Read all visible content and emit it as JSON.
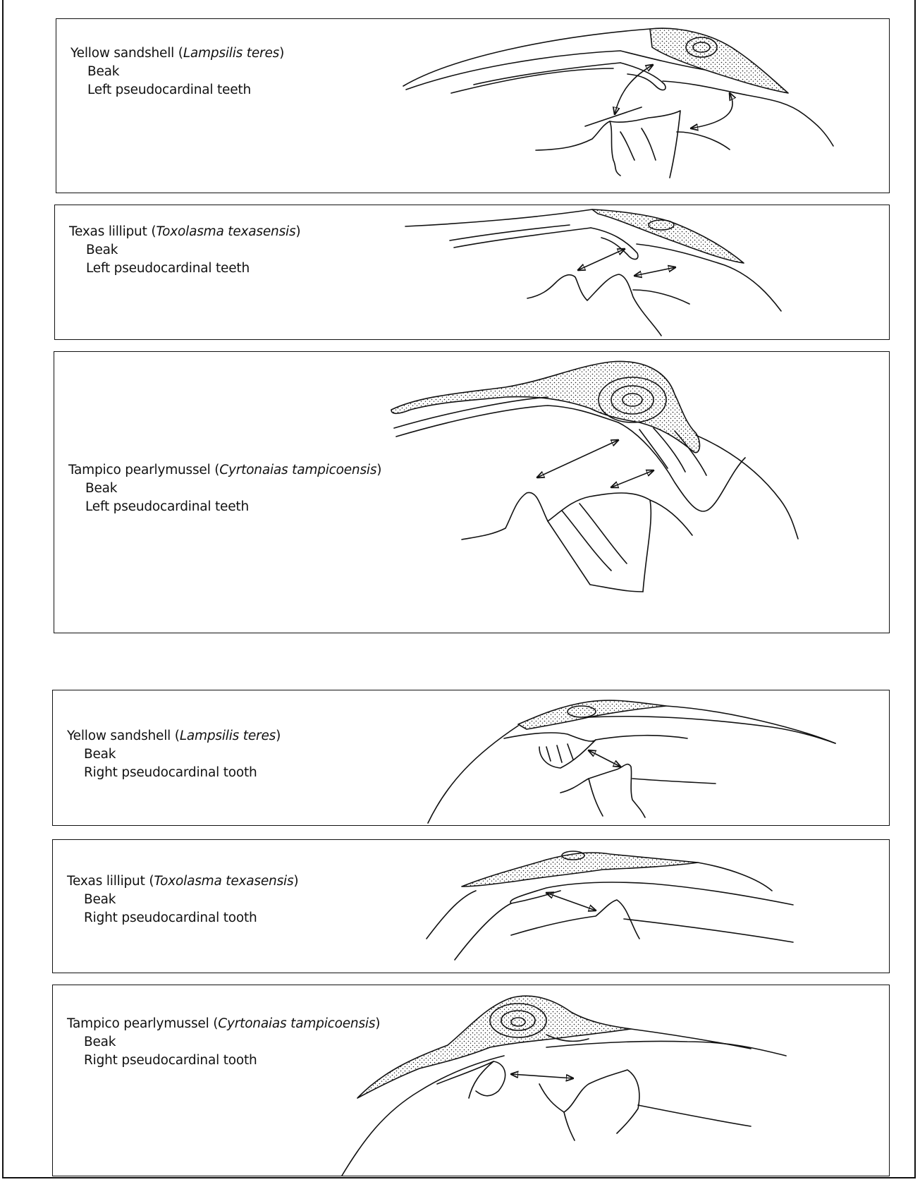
{
  "panels": [
    {
      "common": "Yellow sandshell",
      "sci": "Lampsilis teres",
      "l1": "Beak",
      "l2": "Left pseudocardinal teeth"
    },
    {
      "common": "Texas lilliput",
      "sci": "Toxolasma texasensis",
      "l1": "Beak",
      "l2": "Left pseudocardinal teeth"
    },
    {
      "common": "Tampico pearlymussel",
      "sci": "Cyrtonaias tampicoensis",
      "l1": "Beak",
      "l2": "Left pseudocardinal teeth"
    },
    {
      "common": "Yellow sandshell",
      "sci": "Lampsilis teres",
      "l1": "Beak",
      "l2": "Right pseudocardinal tooth"
    },
    {
      "common": "Texas lilliput",
      "sci": "Toxolasma texasensis",
      "l1": "Beak",
      "l2": "Right pseudocardinal tooth"
    },
    {
      "common": "Tampico pearlymussel",
      "sci": "Cyrtonaias tampicoensis",
      "l1": "Beak",
      "l2": "Right pseudocardinal tooth"
    }
  ]
}
